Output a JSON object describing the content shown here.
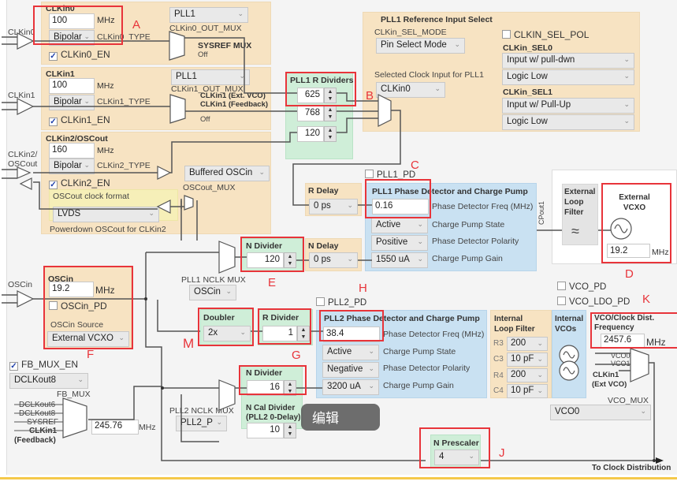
{
  "clkin0": {
    "pin_label": "CLKin0",
    "title": "CLKin0",
    "freq": "100",
    "unit": "MHz",
    "type_value": "Bipolar",
    "type_label": "CLKin0_TYPE",
    "enable_label": "CLKin0_EN",
    "enabled": true,
    "out_mux_value": "PLL1",
    "out_mux_label": "CLKin0_OUT_MUX",
    "mux_outputs": [
      "SYSREF MUX",
      "Off"
    ]
  },
  "clkin1": {
    "pin_label": "CLKin1",
    "title": "CLKin1",
    "freq": "100",
    "unit": "MHz",
    "type_value": "Bipolar",
    "type_label": "CLKin1_TYPE",
    "enable_label": "CLKin1_EN",
    "enabled": true,
    "out_mux_value": "PLL1",
    "out_mux_label": "CLKin1_OUT_MUX",
    "mux_outputs": [
      "CLKin1 (Ext. VCO)",
      "CLKin1 (Feedback)",
      "Off"
    ]
  },
  "clkin2": {
    "pin_label_line1": "CLKin2/",
    "pin_label_line2": "OSCout",
    "title": "CLKin2/OSCout",
    "freq": "160",
    "unit": "MHz",
    "type_value": "Bipolar",
    "type_label": "CLKin2_TYPE",
    "enable_label": "CLKin2_EN",
    "enabled": true,
    "oscout_format_label": "OSCout clock format",
    "oscout_format_value": "LVDS",
    "powerdown_label": "Powerdown OSCout for CLKin2",
    "oscout_mux_value": "Buffered OSCin",
    "oscout_mux_label": "OSCout_MUX"
  },
  "pll1_r_dividers": {
    "title": "PLL1 R Dividers",
    "values": [
      "625",
      "768",
      "120"
    ]
  },
  "pll1_ref_select": {
    "title": "PLL1 Reference Input Select",
    "sel_mode_label": "CLKin_SEL_MODE",
    "sel_mode_value": "Pin Select Mode",
    "selected_input_label": "Selected Clock Input for PLL1",
    "selected_input_value": "CLKin0",
    "sel_pol_label": "CLKIN_SEL_POL",
    "sel_pol_checked": false,
    "sel0_label": "CLKin_SEL0",
    "sel0_type": "Input w/ pull-dwn",
    "sel0_level": "Logic Low",
    "sel1_label": "CLKin_SEL1",
    "sel1_type": "Input w/ Pull-Up",
    "sel1_level": "Logic Low"
  },
  "pll1": {
    "pd_label": "PLL1_PD",
    "pd_checked": false,
    "r_delay_title": "R Delay",
    "r_delay_value": "0 ps",
    "n_delay_title": "N Delay",
    "n_delay_value": "0 ps",
    "n_divider_title": "N Divider",
    "n_divider_value": "120",
    "nclk_mux_label": "PLL1 NCLK MUX",
    "nclk_mux_value": "OSCin",
    "pd_cp_title": "PLL1 Phase Detector and Charge Pump",
    "pd_freq": "0.16",
    "pd_freq_label": "Phase Detector Freq (MHz)",
    "cp_state": "Active",
    "cp_state_label": "Charge Pump State",
    "pd_polarity": "Positive",
    "pd_polarity_label": "Phase Detector Polarity",
    "cp_gain": "1550 uA",
    "cp_gain_label": "Charge Pump Gain",
    "cpout_label": "CPout1"
  },
  "external": {
    "loop_filter_title": "External Loop Filter",
    "vcxo_title": "External VCXO",
    "vcxo_freq": "19.2",
    "unit": "MHz"
  },
  "oscin": {
    "pin_label": "OSCin",
    "title": "OSCin",
    "freq": "19.2",
    "unit": "MHz",
    "pd_label": "OSCin_PD",
    "pd_checked": false,
    "source_label": "OSCin Source",
    "source_value": "External VCXO"
  },
  "pll2": {
    "pd_label": "PLL2_PD",
    "pd_checked": false,
    "doubler_title": "Doubler",
    "doubler_value": "2x",
    "r_divider_title": "R Divider",
    "r_divider_value": "1",
    "pd_cp_title": "PLL2 Phase Detector and Charge Pump",
    "pd_freq": "38.4",
    "pd_freq_label": "Phase Detector Freq (MHz)",
    "cp_state": "Active",
    "cp_state_label": "Charge Pump State",
    "pd_polarity": "Negative",
    "pd_polarity_label": "Phase Detector Polarity",
    "cp_gain": "3200 uA",
    "cp_gain_label": "Charge Pump Gain",
    "loop_filter_title": "Internal Loop Filter",
    "loop_filter": [
      {
        "name": "R3",
        "value": "200"
      },
      {
        "name": "C3",
        "value": "10 pF"
      },
      {
        "name": "R4",
        "value": "200"
      },
      {
        "name": "C4",
        "value": "10 pF"
      }
    ],
    "n_divider_title": "N Divider",
    "n_divider_value": "16",
    "n_cal_title_line1": "N Cal Divider",
    "n_cal_title_line2": "(PLL2 0-Delay)",
    "n_cal_value": "10",
    "nclk_mux_label": "PLL2 NCLK MUX",
    "nclk_mux_value": "PLL2_P",
    "n_prescaler_title": "N Prescaler",
    "n_prescaler_value": "4"
  },
  "vco": {
    "pd_label": "VCO_PD",
    "ldo_pd_label": "VCO_LDO_PD",
    "internal_vcos_title": "Internal VCOs",
    "dist_freq_title_line1": "VCO/Clock Dist.",
    "dist_freq_title_line2": "Frequency",
    "dist_freq": "2457.6",
    "unit": "MHz",
    "mux_inputs": [
      "VCO0",
      "VCO1",
      "CLKin1",
      "(Ext VCO)"
    ],
    "mux_label": "VCO_MUX",
    "mux_value": "VCO0",
    "output_label": "To Clock Distribution"
  },
  "feedback": {
    "enable_label": "FB_MUX_EN",
    "enabled": true,
    "mux_value": "DCLKout8",
    "mux_label": "FB_MUX",
    "inputs": [
      "DCLKout6",
      "DCLKout8",
      "SYSREF",
      "CLKin1",
      "(Feedback)"
    ],
    "freq": "245.76",
    "unit": "MHz"
  },
  "annotations": [
    "A",
    "B",
    "C",
    "D",
    "E",
    "F",
    "G",
    "H",
    "J",
    "K",
    "M"
  ],
  "tooltip": "编辑",
  "colors": {
    "annotation_red": "#e8343a",
    "tan_panel": "#f7e3c2",
    "green_panel": "#cfeed8",
    "blue_panel": "#c9e1f2",
    "bottom_bar": "#f5c94a"
  }
}
